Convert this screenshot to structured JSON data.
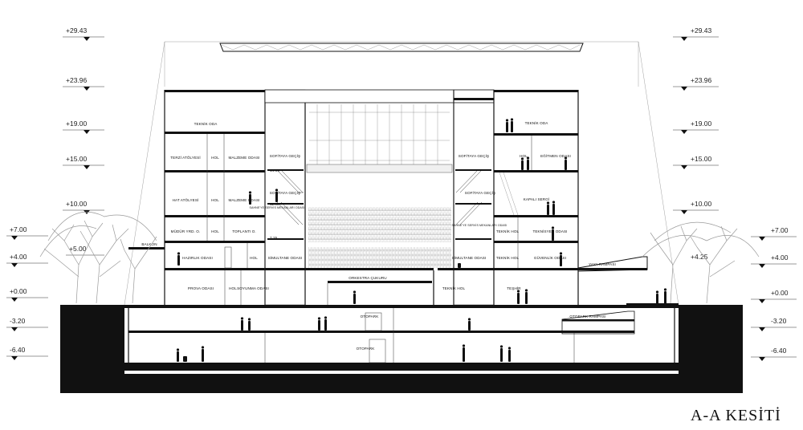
{
  "drawing": {
    "title": "A-A KESİTİ"
  },
  "levels_left": [
    "+7.00",
    "+4.00",
    "+0.00",
    "-3.20",
    "-6.40"
  ],
  "levels_right": [
    "+29.43",
    "+23.96",
    "+19.00",
    "+15.00",
    "+10.00",
    "+7.00",
    "+4.00",
    "+0.00",
    "-3.20",
    "-6.40"
  ],
  "levels_center_left": [
    "+29.43",
    "+23.96",
    "+19.00",
    "+15.00",
    "+10.00",
    "+5.00"
  ],
  "level_right_inner": "+4.25",
  "rooms": {
    "teknik_oda_l": "TEKNİK ODA",
    "terzi_atolyesi": "TERZİ ATÖLYESİ",
    "hol_1": "HOL",
    "malzeme_odasi_1": "MALZEME ODASI",
    "hat_atolyesi": "HAT ATÖLYESİ",
    "hol_2": "HOL",
    "malzeme_odasi_2": "MALZEME ODASI",
    "mudur_yrd": "MÜDÜR YRD. O.",
    "hol_3": "HOL",
    "toplanti": "TOPLANTI O.",
    "balkon": "BALKON",
    "hazirlik": "HAZIRLIK ODASI",
    "hol_4": "HOL",
    "simultane_l": "SİMULTANE ODASI",
    "prova": "PROVA ODASI",
    "hol_5": "HOL",
    "soyunma": "SOYUNMA ODASI",
    "sofitaya_gecis_l1": "SOFİTAYA GEÇİŞ",
    "sofitaya_gecis_l2": "SOFİTAYA GEÇİŞ",
    "sahne_l": "SAHNE'YE SERVİS MEKANLARI ODASI",
    "orkestra": "ORKESTRA ÇUKURU",
    "sofitaya_gecis_r1": "SOFİTAYA GEÇİŞ",
    "sofitaya_gecis_r2": "SOFİTAYA GEÇİŞ",
    "sahne_r": "SAHNE'YE SERVİS MEKANLARI ODASI",
    "simultane_r": "SİMULTANE ODASI",
    "teknik_hol_c": "TEKNİK HOL",
    "teknik_oda_r": "TEKNİK ODA",
    "hol_r": "HOL",
    "egitmen": "EĞİTMEN ODASI",
    "kapali_sergi": "KAPALI SERGİ",
    "teknik_hol_r": "TEKNİK HOL",
    "teknisyen": "TEKNİSYEN ODASI",
    "teknik_hol_r2": "TEKNİK HOL",
    "guvenlik": "GÜVENLİK ODASI",
    "yaya_rampasi": "YAYA RAMPASI",
    "teshir": "TEŞHİR",
    "otopark_1": "OTOPARK",
    "otopark_2": "OTOPARK",
    "otopark_rampasi": "OTOPARK RAMPASI"
  },
  "small_elevations": [
    "14.85",
    "11.00",
    "7.25"
  ]
}
